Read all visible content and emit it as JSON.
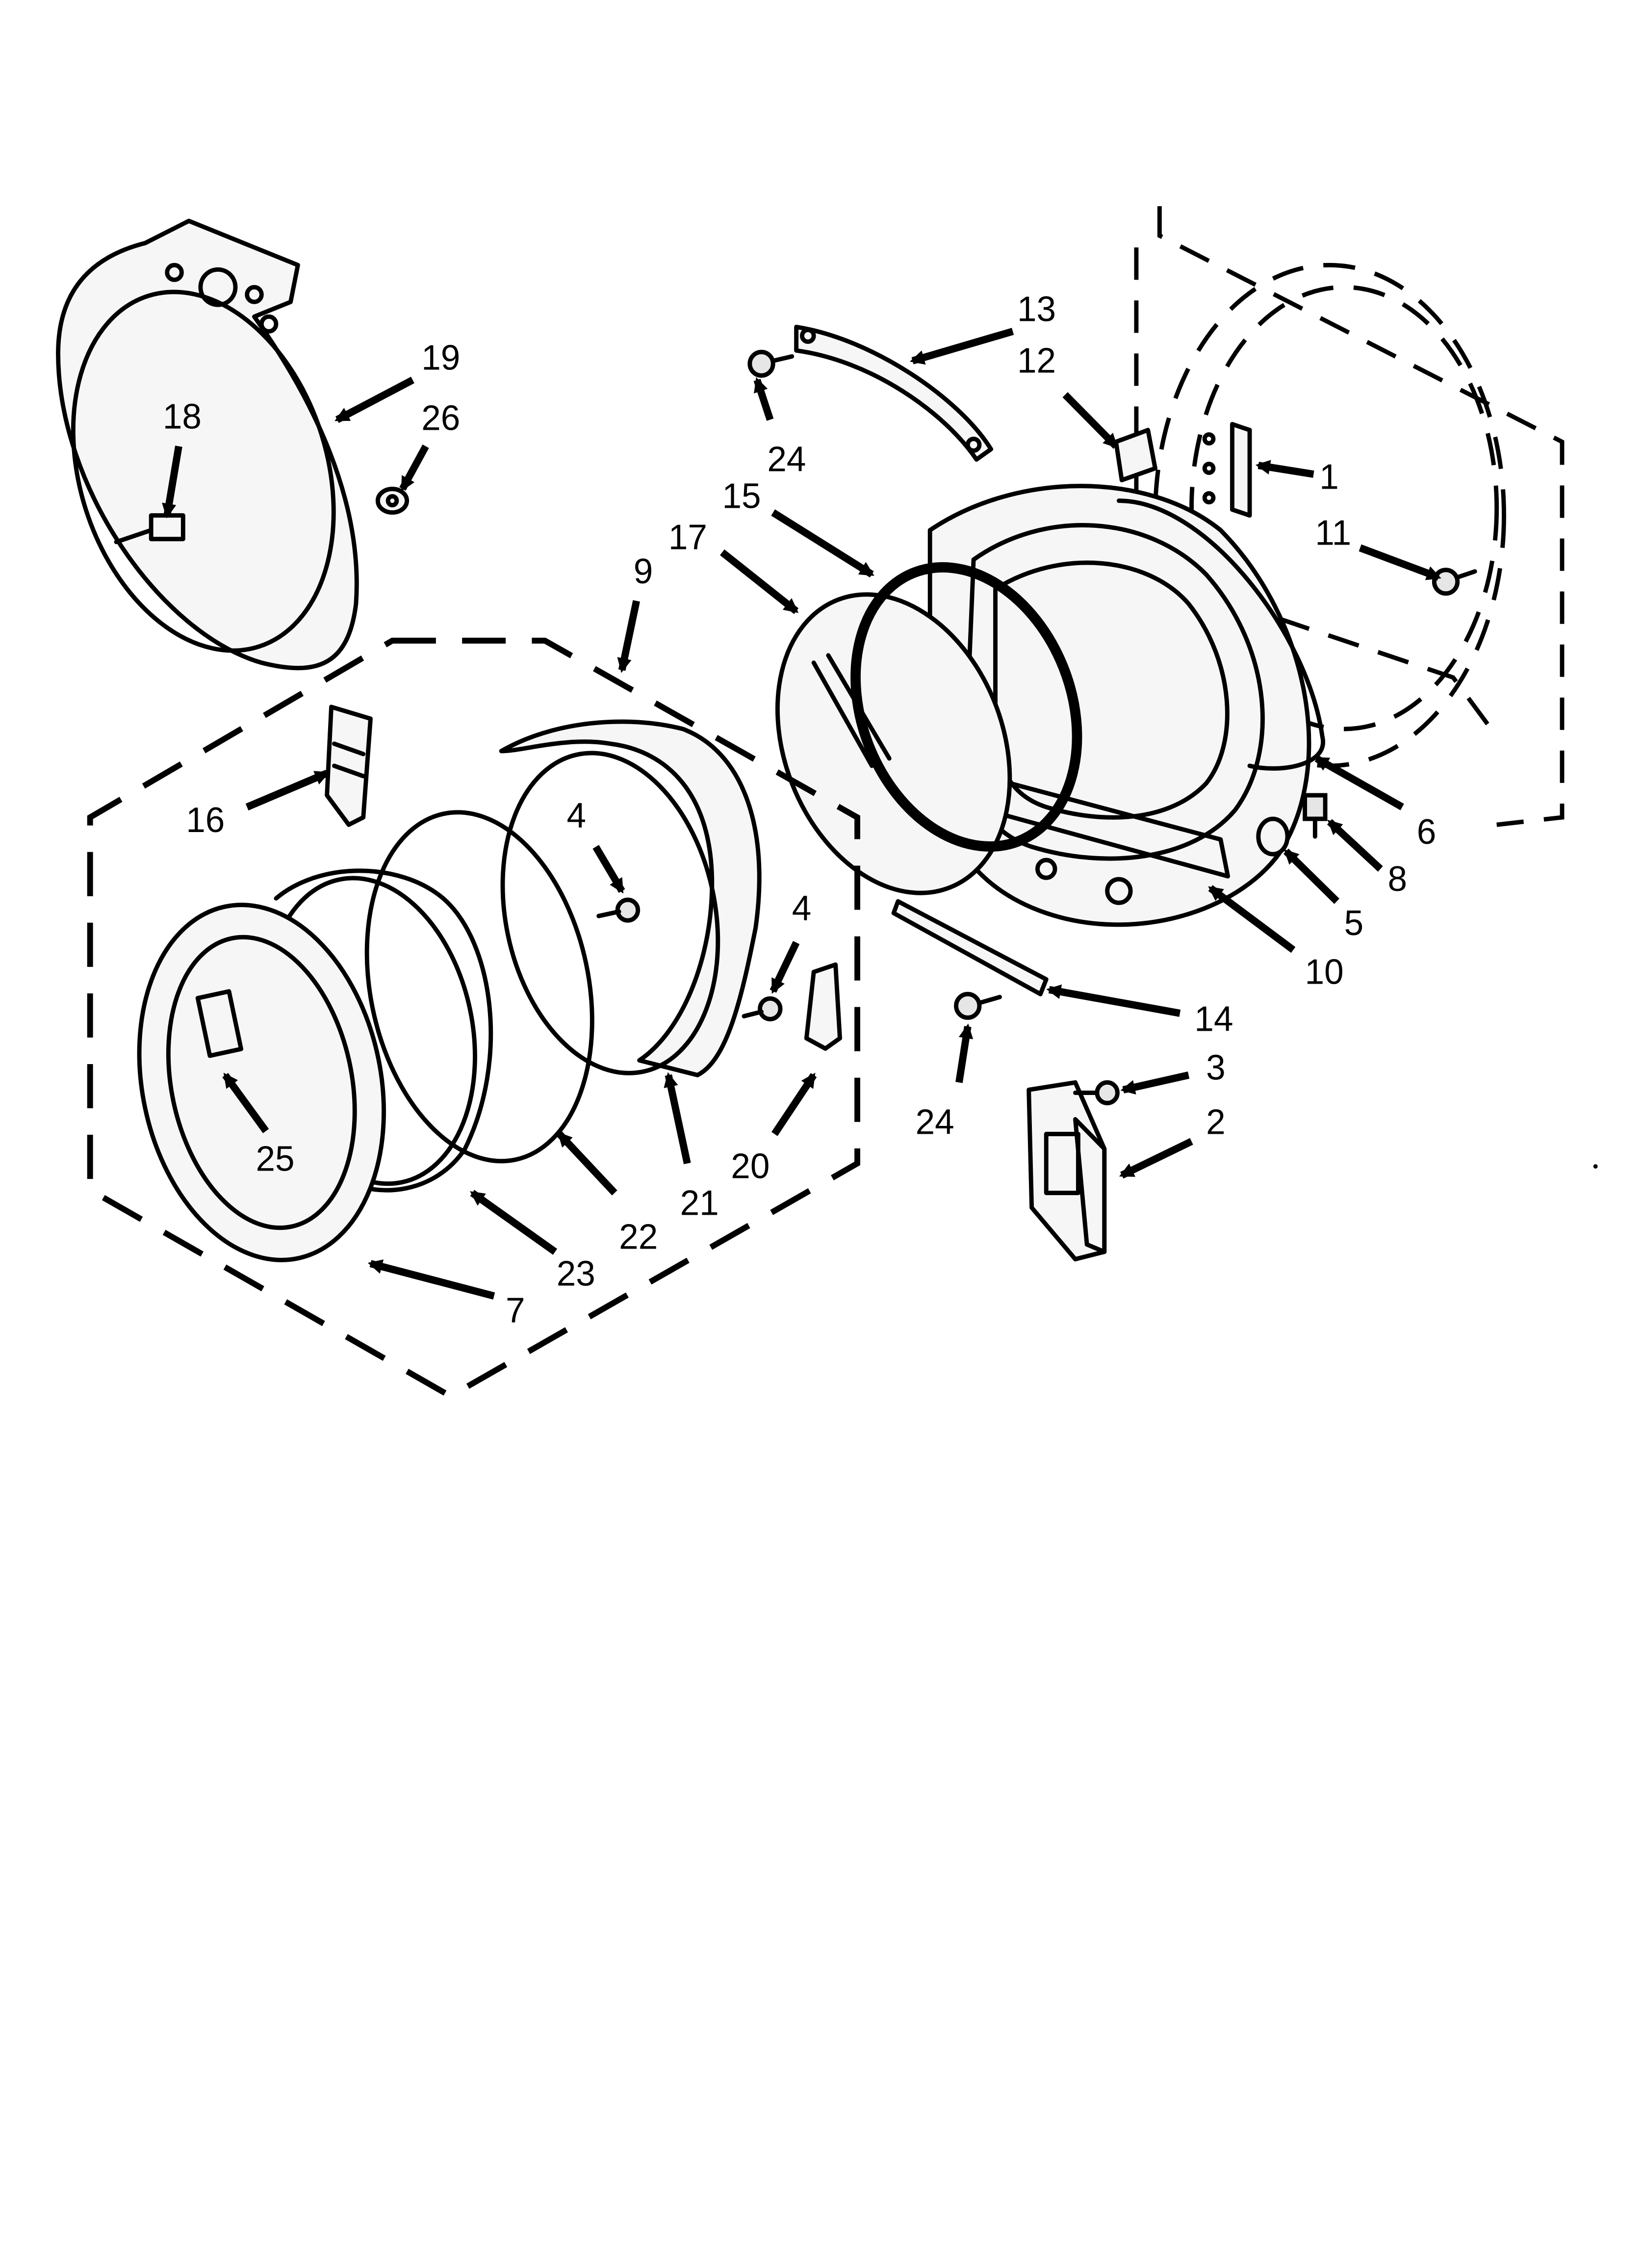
{
  "callouts": [
    {
      "id": "c13",
      "label": "13"
    },
    {
      "id": "c12",
      "label": "12"
    },
    {
      "id": "c1",
      "label": "1"
    },
    {
      "id": "c11",
      "label": "11"
    },
    {
      "id": "c19",
      "label": "19"
    },
    {
      "id": "c18",
      "label": "18"
    },
    {
      "id": "c26",
      "label": "26"
    },
    {
      "id": "c24a",
      "label": "24"
    },
    {
      "id": "c15",
      "label": "15"
    },
    {
      "id": "c17",
      "label": "17"
    },
    {
      "id": "c9",
      "label": "9"
    },
    {
      "id": "c16",
      "label": "16"
    },
    {
      "id": "c4a",
      "label": "4"
    },
    {
      "id": "c4b",
      "label": "4"
    },
    {
      "id": "c6",
      "label": "6"
    },
    {
      "id": "c8",
      "label": "8"
    },
    {
      "id": "c5",
      "label": "5"
    },
    {
      "id": "c10",
      "label": "10"
    },
    {
      "id": "c14",
      "label": "14"
    },
    {
      "id": "c3",
      "label": "3"
    },
    {
      "id": "c24b",
      "label": "24"
    },
    {
      "id": "c2",
      "label": "2"
    },
    {
      "id": "c25",
      "label": "25"
    },
    {
      "id": "c20",
      "label": "20"
    },
    {
      "id": "c21",
      "label": "21"
    },
    {
      "id": "c22",
      "label": "22"
    },
    {
      "id": "c23",
      "label": "23"
    },
    {
      "id": "c7",
      "label": "7"
    }
  ]
}
